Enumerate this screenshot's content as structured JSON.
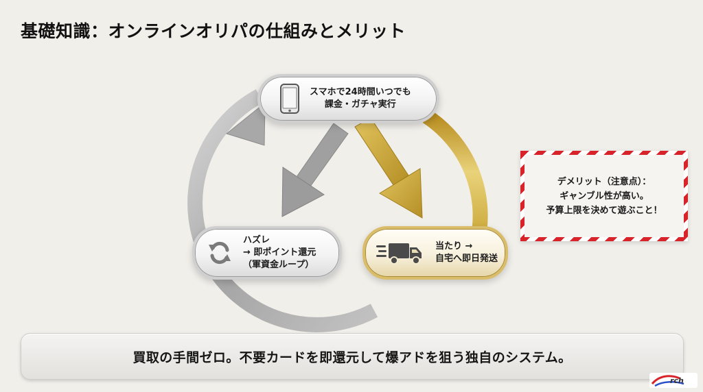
{
  "title": "基礎知識：オンラインオリパの仕組みとメリット",
  "nodes": {
    "top": {
      "lines": [
        "スマホで24時間いつでも",
        "課金・ガチャ実行"
      ],
      "icon": "smartphone-icon"
    },
    "left": {
      "lines": [
        "ハズレ",
        "→ 即ポイント還元",
        "（軍資金ループ）"
      ],
      "icon": "refresh-icon"
    },
    "right": {
      "lines": [
        "当たり →",
        "自宅へ即日発送"
      ],
      "icon": "delivery-truck-icon"
    }
  },
  "warning": {
    "lines": [
      "デメリット（注意点）：",
      "ギャンブル性が高い。",
      "予算上限を決めて遊ぶこと！"
    ]
  },
  "banner": "買取の手間ゼロ。不要カードを即還元して爆アドを狙う独自のシステム。",
  "logo": {
    "text": "rch"
  },
  "colors": {
    "silver": "#a9a9a9",
    "gold": "#c9a635",
    "warning_stripe": "#d8232a",
    "background": "#f1efea"
  }
}
